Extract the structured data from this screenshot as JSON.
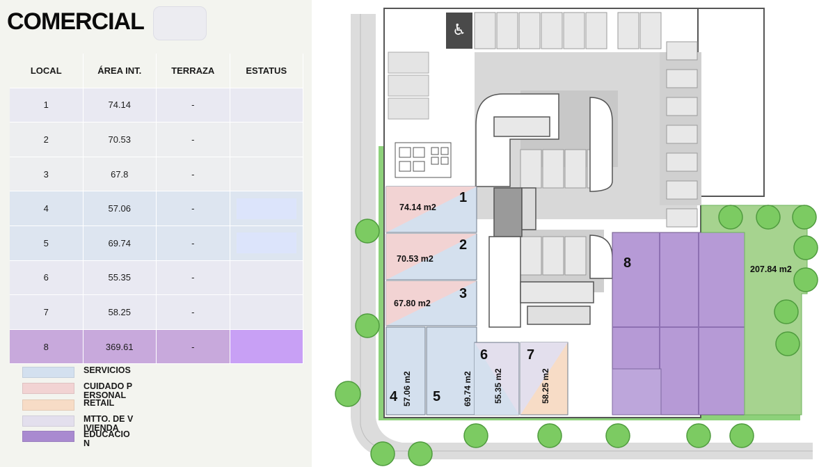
{
  "header": {
    "title": "COMERCIAL"
  },
  "table": {
    "headers": [
      "LOCAL",
      "ÁREA INT.",
      "TERRAZA",
      "ESTATUS"
    ],
    "rows": [
      {
        "local": "1",
        "area": "74.14",
        "terraza": "-",
        "estatus": ""
      },
      {
        "local": "2",
        "area": "70.53",
        "terraza": "-",
        "estatus": ""
      },
      {
        "local": "3",
        "area": "67.8",
        "terraza": "-",
        "estatus": ""
      },
      {
        "local": "4",
        "area": "57.06",
        "terraza": "-",
        "estatus": ""
      },
      {
        "local": "5",
        "area": "69.74",
        "terraza": "-",
        "estatus": ""
      },
      {
        "local": "6",
        "area": "55.35",
        "terraza": "-",
        "estatus": ""
      },
      {
        "local": "7",
        "area": "58.25",
        "terraza": "-",
        "estatus": ""
      },
      {
        "local": "8",
        "area": "369.61",
        "terraza": "-",
        "estatus": ""
      }
    ],
    "row_colors": [
      "#e9e9f2",
      "#edeef0",
      "#edeef0",
      "#dde5f0",
      "#dde5f0",
      "#e9e9f2",
      "#e9e9f2",
      "#c8a9dc"
    ],
    "status_colors": [
      null,
      null,
      null,
      "#dce4fb",
      "#dce4fb",
      null,
      null,
      "#c8a0f5"
    ]
  },
  "legend": [
    {
      "label": "SERVICIOS",
      "color": "#d3e0ef"
    },
    {
      "label": "CUIDADO PERSONAL",
      "color": "#f2d3d3"
    },
    {
      "label": "RETAIL",
      "color": "#f7dcc6"
    },
    {
      "label": "MTTO. DE VIVIENDA",
      "color": "#e3dfed"
    },
    {
      "label": "EDUCACION",
      "color": "#a98ad0"
    }
  ],
  "plan": {
    "locals": [
      {
        "number": "1",
        "area": "74.14 m2"
      },
      {
        "number": "2",
        "area": "70.53 m2"
      },
      {
        "number": "3",
        "area": "67.80 m2"
      },
      {
        "number": "4",
        "area": "57.06 m2"
      },
      {
        "number": "5",
        "area": "69.74 m2"
      },
      {
        "number": "6",
        "area": "55.35 m2"
      },
      {
        "number": "7",
        "area": "58.25 m2"
      },
      {
        "number": "8",
        "area": ""
      }
    ],
    "terrace_area": "207.84 m2",
    "icons": [
      "accessible-parking-icon",
      "tree-icon"
    ]
  }
}
